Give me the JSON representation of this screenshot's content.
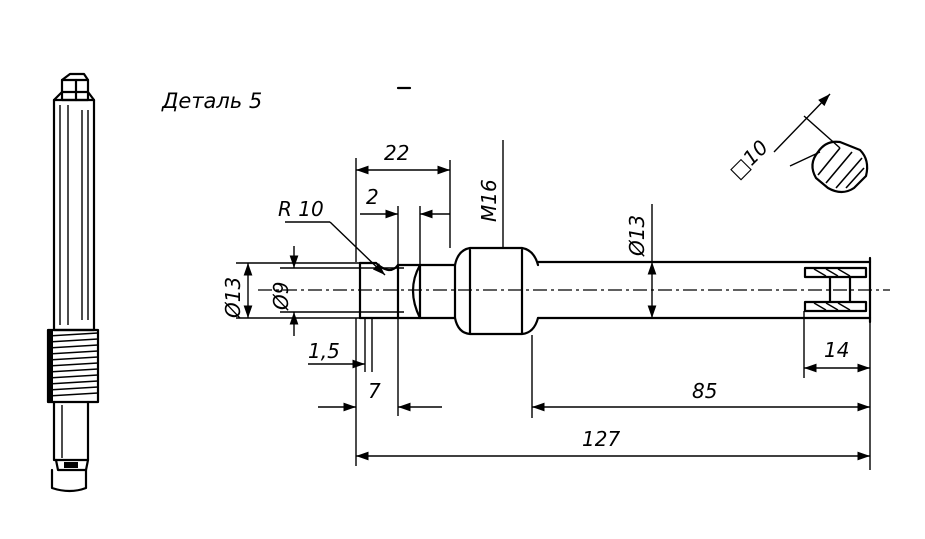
{
  "title": "Деталь 5",
  "dimensions": {
    "d_22": "22",
    "d_2": "2",
    "d_r10": "R 10",
    "d_m16": "M16",
    "d_phi13_left": "Ø13",
    "d_phi9": "Ø9",
    "d_1_5": "1,5",
    "d_7": "7",
    "d_phi13_right": "Ø13",
    "d_85": "85",
    "d_127": "127",
    "d_14": "14",
    "d_square": "□10"
  }
}
